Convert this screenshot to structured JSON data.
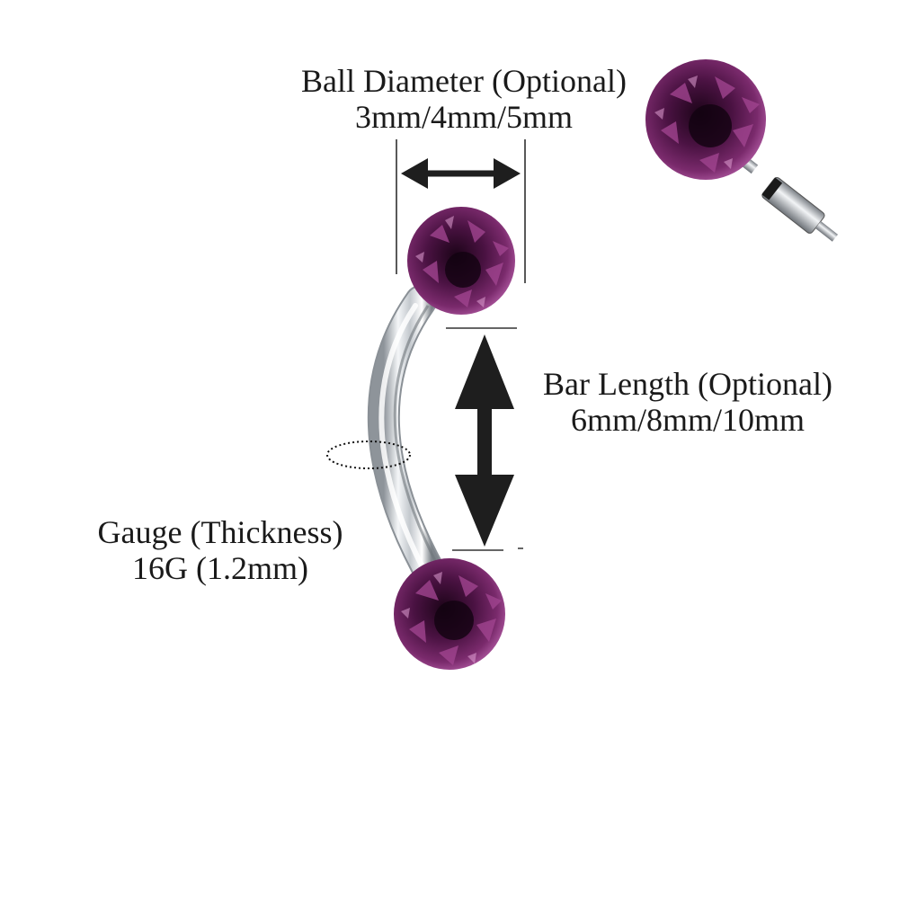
{
  "labels": {
    "ball_diameter": {
      "title": "Ball Diameter (Optional)",
      "value": "3mm/4mm/5mm"
    },
    "bar_length": {
      "title": "Bar Length (Optional)",
      "value": "6mm/8mm/10mm"
    },
    "gauge": {
      "title": "Gauge (Thickness)",
      "value": "16G (1.2mm)"
    }
  },
  "colors": {
    "crystal_dark": "#2a0a26",
    "crystal_mid": "#5c1a52",
    "crystal_light": "#9a3a8a",
    "steel": "#c8cdd2",
    "arrow": "#1e1e1e"
  }
}
